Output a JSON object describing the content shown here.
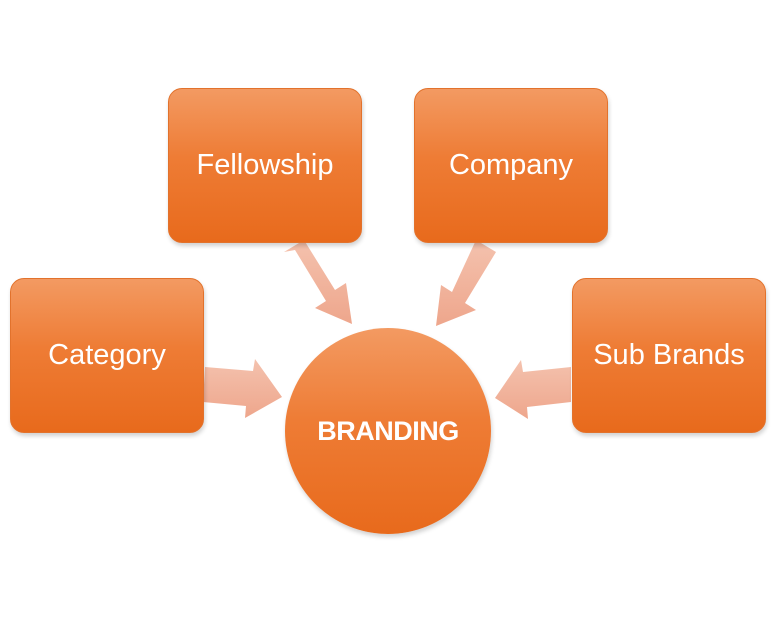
{
  "diagram": {
    "hub": {
      "label": "BRANDING"
    },
    "nodes": {
      "fellowship": {
        "label": "Fellowship"
      },
      "company": {
        "label": "Company"
      },
      "category": {
        "label": "Category"
      },
      "sub_brands": {
        "label": "Sub Brands"
      }
    },
    "colors": {
      "node_fill": "#ee7c35",
      "node_text": "#ffffff",
      "arrow_fill": "#f2b6a0",
      "background": "#ffffff"
    }
  }
}
